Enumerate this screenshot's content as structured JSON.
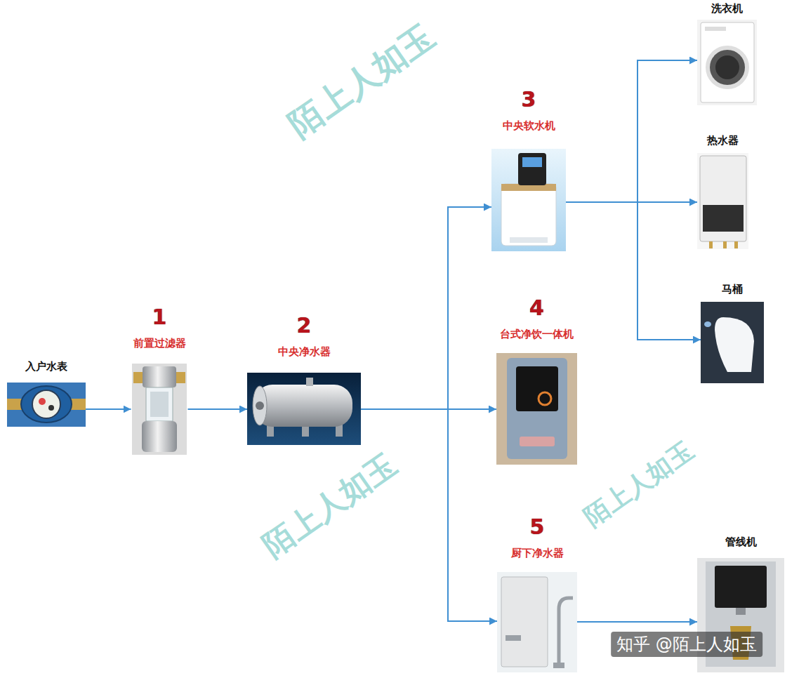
{
  "diagram": {
    "nodes": [
      {
        "text": [
          "入户水表"
        ]
      },
      {
        "text": [
          "1",
          "前置过滤器"
        ]
      },
      {
        "text": [
          "2",
          "中央净水器"
        ]
      },
      {
        "text": [
          "3",
          "中央软水机"
        ]
      },
      {
        "text": [
          "4",
          "台式净饮一体机"
        ]
      },
      {
        "text": [
          "5",
          "厨下净水器"
        ]
      },
      {
        "text": [
          "洗衣机"
        ]
      },
      {
        "text": [
          "热水器"
        ]
      },
      {
        "text": [
          "马桶"
        ]
      },
      {
        "text": [
          "管线机"
        ]
      }
    ],
    "edges": [
      {
        "from": 0,
        "to": 1,
        "arrow": "to"
      },
      {
        "from": 1,
        "to": 2,
        "arrow": "to"
      },
      {
        "from": 2,
        "to": 3,
        "arrow": "to"
      },
      {
        "from": 2,
        "to": 4,
        "arrow": "to"
      },
      {
        "from": 2,
        "to": 5,
        "arrow": "to"
      },
      {
        "from": 3,
        "to": 6,
        "arrow": "to"
      },
      {
        "from": 3,
        "to": 7,
        "arrow": "to"
      },
      {
        "from": 3,
        "to": 8,
        "arrow": "to"
      },
      {
        "from": 5,
        "to": 9,
        "arrow": "to"
      }
    ],
    "labels": [
      "陌上人如玉",
      "陌上人如玉",
      "陌上人如玉",
      "知乎 @陌上人如玉"
    ]
  }
}
